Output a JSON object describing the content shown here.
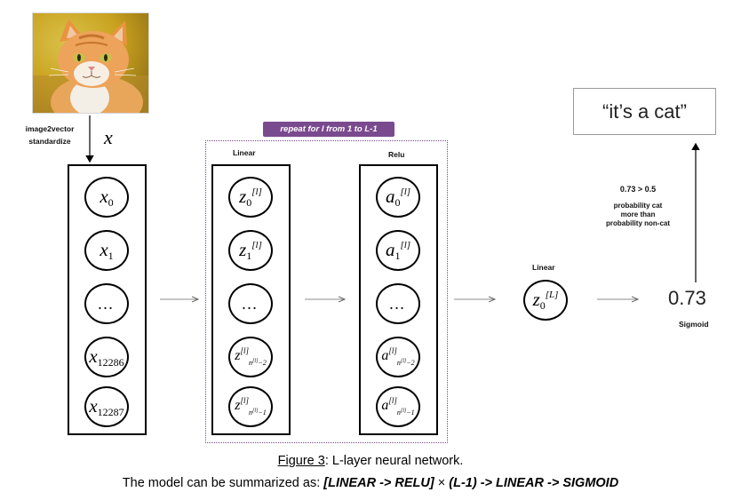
{
  "input": {
    "preprocess_line1": "image2vector",
    "preprocess_line2": "standardize",
    "vector_label": "x",
    "nodes": [
      {
        "base": "x",
        "sub": "0"
      },
      {
        "base": "x",
        "sub": "1"
      },
      {
        "dots": "…"
      },
      {
        "base": "x",
        "sub": "12286"
      },
      {
        "base": "x",
        "sub": "12287"
      }
    ]
  },
  "repeat_label": "repeat for l from 1 to L-1",
  "linear_layer": {
    "title": "Linear",
    "nodes": [
      {
        "base": "z",
        "sub": "0",
        "sup": "[l]"
      },
      {
        "base": "z",
        "sub": "1",
        "sup": "[l]"
      },
      {
        "dots": "…"
      },
      {
        "base": "z",
        "sup": "[l]",
        "nsub": "n",
        "nsup": "[l]",
        "tail": "−2"
      },
      {
        "base": "z",
        "sup": "[l]",
        "nsub": "n",
        "nsup": "[l]",
        "tail": "−1"
      }
    ]
  },
  "relu_layer": {
    "title": "Relu",
    "nodes": [
      {
        "base": "a",
        "sub": "0",
        "sup": "[l]"
      },
      {
        "base": "a",
        "sub": "1",
        "sup": "[l]"
      },
      {
        "dots": "…"
      },
      {
        "base": "a",
        "sup": "[l]",
        "nsub": "n",
        "nsup": "[l]",
        "tail": "−2"
      },
      {
        "base": "a",
        "sup": "[l]",
        "nsub": "n",
        "nsup": "[l]",
        "tail": "−1"
      }
    ]
  },
  "final_layer": {
    "title": "Linear",
    "node": {
      "base": "z",
      "sub": "0",
      "sup": "[L]"
    }
  },
  "output": {
    "value": "0.73",
    "activation": "Sigmoid",
    "comparison": "0.73 > 0.5",
    "explanation_line1": "probability cat",
    "explanation_line2": "more than",
    "explanation_line3": "probability non-cat",
    "prediction": "“it’s a cat”"
  },
  "caption": {
    "figure_ref": "Figure 3",
    "figure_rest": ": L-layer neural network.",
    "summary_prefix": "The model can be summarized as: ",
    "summary_formula_a": "[LINEAR -> RELU]",
    "summary_times": " × ",
    "summary_formula_b": "(L-1) -> LINEAR -> SIGMOID"
  },
  "colors": {
    "repeat_accent": "#7a4a8e",
    "arrow": "#8c8c8c"
  }
}
